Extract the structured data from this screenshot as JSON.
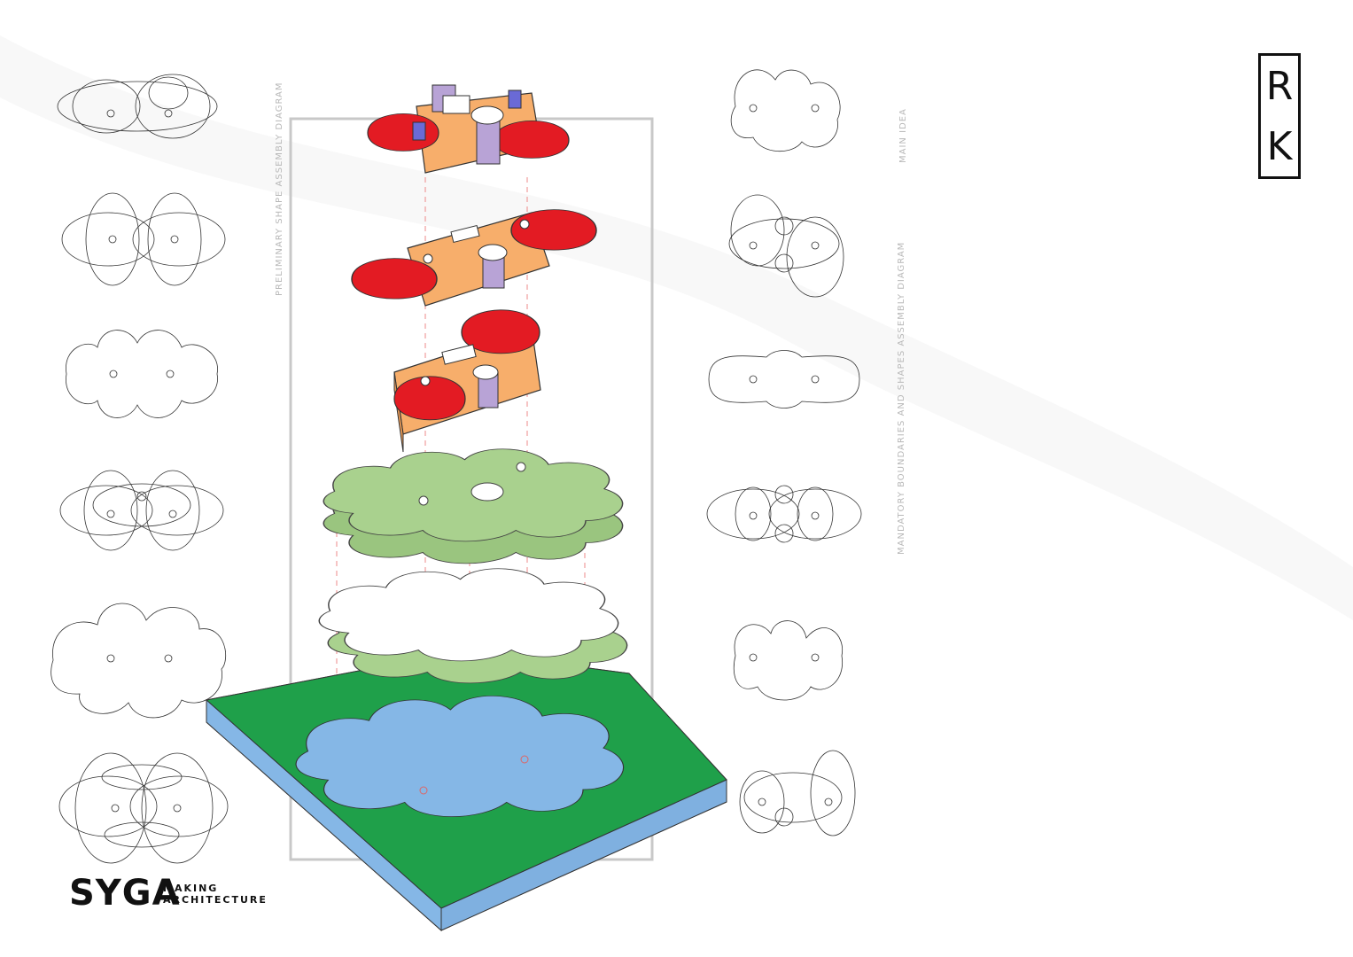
{
  "labels": {
    "left_section": "PRELIMINARY SHAPE ASSEMBLY DIAGRAM",
    "main_idea": "MAIN IDEA",
    "right_section": "MANDATORY BOUNDARIES AND SHAPES ASSEMBLY DIAGRAM"
  },
  "logo": {
    "name": "SYGA",
    "line1": "MAKING",
    "line2": "ARCHITECTURE"
  },
  "monogram": {
    "letter1": "R",
    "letter2": "K"
  },
  "colors": {
    "red": "#e31b23",
    "orange": "#f7ae6b",
    "purple": "#b8a3d6",
    "light_green": "#a9d18e",
    "dark_green": "#1fa04a",
    "water_blue": "#85b7e6",
    "outline_orange": "#f29100",
    "outline_blue": "#1e8fd8",
    "outline_red": "#d62a2a"
  }
}
